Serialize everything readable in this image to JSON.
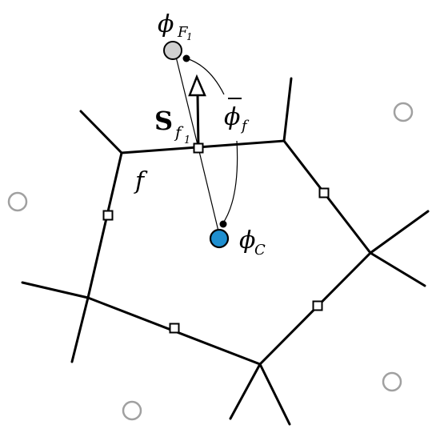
{
  "labels": {
    "phi_F1_main": "ϕ",
    "phi_F1_sub": "F",
    "phi_F1_subsub": "1",
    "S_main": "S",
    "S_sub": "f",
    "S_subsub": "1",
    "phi_bar_main": "ϕ",
    "phi_bar_sub": "f",
    "f_label": "f",
    "phi_C_main": "ϕ",
    "phi_C_sub": "C"
  },
  "colors": {
    "line": "#000000",
    "cell_center_fill": "#1f8fd0",
    "neighbor_fill": "#d0d0d0",
    "ghost_stroke": "#a0a0a0",
    "face_marker_fill": "#ffffff"
  }
}
